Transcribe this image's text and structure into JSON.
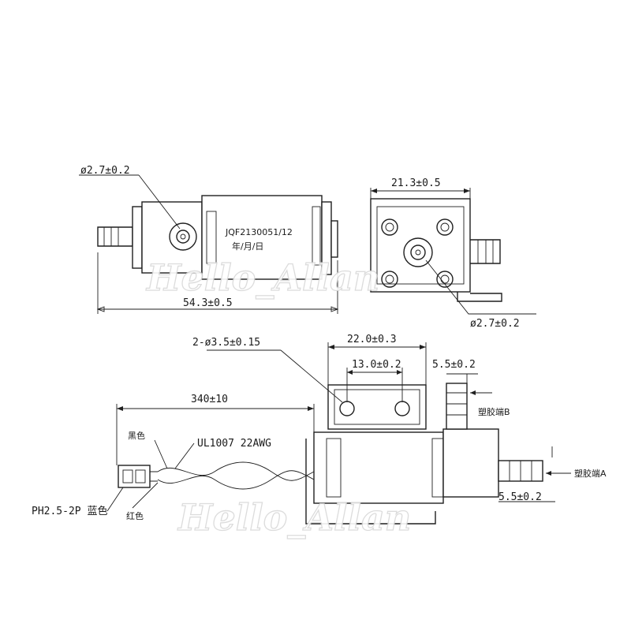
{
  "drawing": {
    "dimensions": {
      "port_diameter_left": "ø2.7±0.2",
      "port_diameter_right": "ø2.7±0.2",
      "total_length": "54.3±0.5",
      "end_width": "21.3±0.5",
      "mount_holes": "2-ø3.5±0.15",
      "bracket_width": "22.0±0.3",
      "hole_spacing": "13.0±0.2",
      "nozzle_b_offset": "5.5±0.2",
      "nozzle_a_offset": "5.5±0.2",
      "wire_length": "340±10"
    },
    "body_marking": {
      "model": "JQF2130051/12",
      "date": "年/月/日"
    },
    "wires": {
      "black": "黑色",
      "red": "红色",
      "spec": "UL1007  22AWG",
      "connector": "PH2.5-2P 蓝色"
    },
    "nozzles": {
      "b": "塑胶端B",
      "a": "塑胶端A"
    },
    "watermarks": [
      "Hello_Allan",
      "Hello_Allan"
    ]
  }
}
